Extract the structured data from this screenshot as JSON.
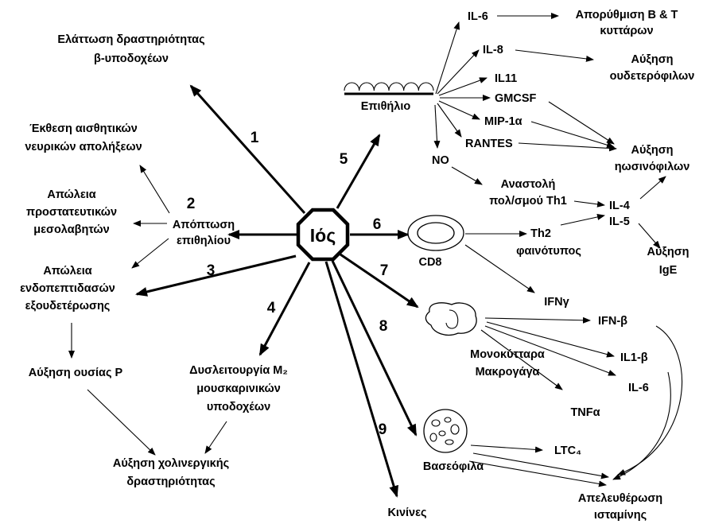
{
  "virus": "Ιός",
  "numbers": [
    "1",
    "2",
    "3",
    "4",
    "5",
    "6",
    "7",
    "8",
    "9"
  ],
  "effects": {
    "beta_receptors": [
      "Ελάττωση δραστηριότητας",
      "β-υποδοχέων"
    ],
    "epithelial_apoptosis": [
      "Απόπτωση",
      "επιθηλίου"
    ],
    "sensory_nerves": [
      "Έκθεση αισθητικών",
      "νευρικών απολήξεων"
    ],
    "protective_mediators": [
      "Απώλεια",
      "προστατευτικών",
      "μεσολαβητών"
    ],
    "endopeptidases": [
      "Απώλεια",
      "ενδοπεπτιδασών",
      "εξουδετέρωσης"
    ],
    "substance_p": "Αύξηση ουσίας P",
    "m2_dysfunction": [
      "Δυσλειτουργία M₂",
      "μουσκαρινικών",
      "υποδοχέων"
    ],
    "cholinergic": [
      "Αύξηση χολινεργικής",
      "δραστηριότητας"
    ],
    "kinins": "Κινίνες"
  },
  "epithelium": {
    "label": "Επιθήλιο",
    "mediators": [
      "IL-6",
      "IL-8",
      "IL11",
      "GMCSF",
      "MIP-1α",
      "RANTES",
      "NO"
    ]
  },
  "outcomes": {
    "bt_dysregulation": [
      "Απορύθμιση B & T",
      "κυττάρων"
    ],
    "neutrophils": [
      "Αύξηση",
      "ουδετερόφιλων"
    ],
    "eosinophils": [
      "Αύξηση",
      "ηωσινόφιλων"
    ],
    "th1_inhibition": [
      "Αναστολή",
      "πολ/σμού Th1"
    ],
    "ige": [
      "Αύξηση",
      "IgE"
    ],
    "histamine": [
      "Απελευθέρωση",
      "ισταμίνης"
    ]
  },
  "cd8": {
    "label": "CD8",
    "th2": [
      "Th2",
      "φαινότυπος"
    ],
    "ifn_gamma": "IFNγ",
    "il4": "IL-4",
    "il5": "IL-5"
  },
  "monocytes": {
    "label": [
      "Μονοκύτταρα",
      "Μακρογάγα"
    ],
    "mediators": [
      "IFN-β",
      "IL1-β",
      "IL-6",
      "TNFα"
    ]
  },
  "basophils": {
    "label": "Βασεόφιλα",
    "ltc4": "LTC₄"
  }
}
